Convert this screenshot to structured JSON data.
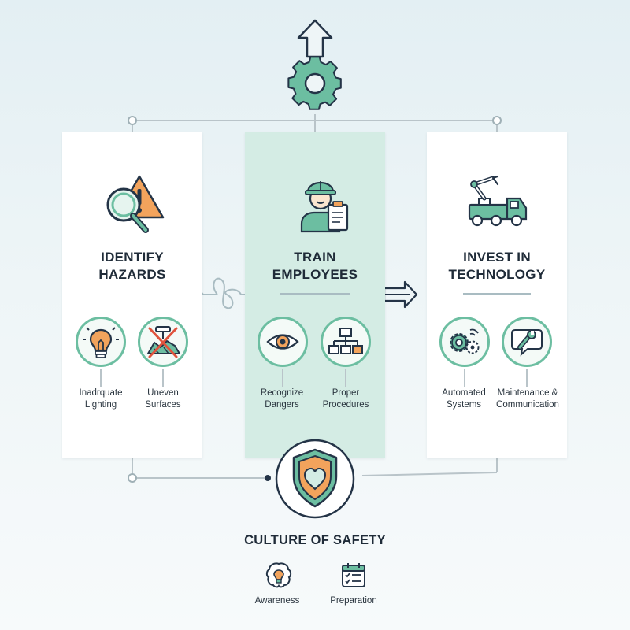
{
  "columns": {
    "left": {
      "title_lines": [
        "IDENTIFY",
        "HAZARDS"
      ],
      "icon": "magnifier-warning-icon",
      "items": [
        {
          "label_lines": [
            "Inadrquate",
            "Lighting"
          ],
          "icon": "lightbulb-icon"
        },
        {
          "label_lines": [
            "Uneven",
            "Surfaces"
          ],
          "icon": "uneven-surface-icon"
        }
      ]
    },
    "center": {
      "title_lines": [
        "TRAIN",
        "EMPLOYEES"
      ],
      "icon": "worker-clipboard-icon",
      "items": [
        {
          "label_lines": [
            "Recognize",
            "Dangers"
          ],
          "icon": "eye-icon"
        },
        {
          "label_lines": [
            "Proper",
            "Procedures"
          ],
          "icon": "flowchart-icon"
        }
      ]
    },
    "right": {
      "title_lines": [
        "INVEST IN",
        "TECHNOLOGY"
      ],
      "icon": "robot-arm-truck-icon",
      "items": [
        {
          "label_lines": [
            "Automated",
            "Systems"
          ],
          "icon": "gears-icon"
        },
        {
          "label_lines": [
            "Maintenance &",
            "Communication"
          ],
          "icon": "wrench-chat-icon"
        }
      ]
    }
  },
  "culture": {
    "title": "CULTURE OF SAFETY",
    "icon": "shield-heart-icon",
    "items": [
      {
        "label": "Awareness",
        "icon": "brain-bulb-icon"
      },
      {
        "label": "Preparation",
        "icon": "checklist-calendar-icon"
      }
    ]
  },
  "colors": {
    "teal": "#5fb89a",
    "teal_light": "#d4ece4",
    "orange": "#f2a35c",
    "navy": "#243447",
    "connector_gray": "#b9c4c9"
  }
}
